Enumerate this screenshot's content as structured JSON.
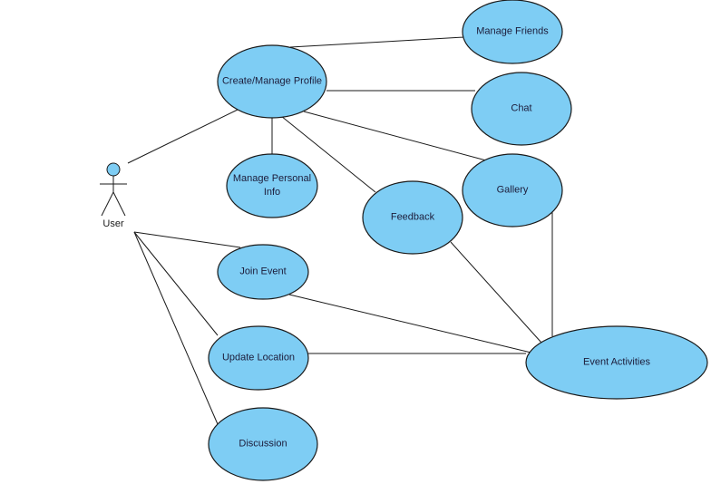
{
  "diagram": {
    "type": "use-case",
    "colors": {
      "use_case_fill": "#7ecdf4",
      "stroke": "#1a1a1a",
      "text": "#1c1c3a"
    },
    "actor": {
      "id": "user",
      "label": "User"
    },
    "use_cases": [
      {
        "id": "create-manage-profile",
        "label": "Create/Manage Profile"
      },
      {
        "id": "manage-friends",
        "label": "Manage Friends"
      },
      {
        "id": "chat",
        "label": "Chat"
      },
      {
        "id": "manage-personal-info",
        "label": "Manage Personal\nInfo"
      },
      {
        "id": "feedback",
        "label": "Feedback"
      },
      {
        "id": "gallery",
        "label": "Gallery"
      },
      {
        "id": "join-event",
        "label": "Join Event"
      },
      {
        "id": "update-location",
        "label": "Update Location"
      },
      {
        "id": "discussion",
        "label": "Discussion"
      },
      {
        "id": "event-activities",
        "label": "Event Activities"
      }
    ],
    "associations": [
      {
        "from": "user",
        "to": "create-manage-profile"
      },
      {
        "from": "user",
        "to": "join-event"
      },
      {
        "from": "user",
        "to": "update-location"
      },
      {
        "from": "user",
        "to": "discussion"
      },
      {
        "from": "create-manage-profile",
        "to": "manage-friends"
      },
      {
        "from": "create-manage-profile",
        "to": "chat"
      },
      {
        "from": "create-manage-profile",
        "to": "manage-personal-info"
      },
      {
        "from": "create-manage-profile",
        "to": "feedback"
      },
      {
        "from": "create-manage-profile",
        "to": "gallery"
      },
      {
        "from": "join-event",
        "to": "event-activities"
      },
      {
        "from": "update-location",
        "to": "event-activities"
      },
      {
        "from": "feedback",
        "to": "event-activities"
      },
      {
        "from": "gallery",
        "to": "event-activities"
      }
    ]
  }
}
